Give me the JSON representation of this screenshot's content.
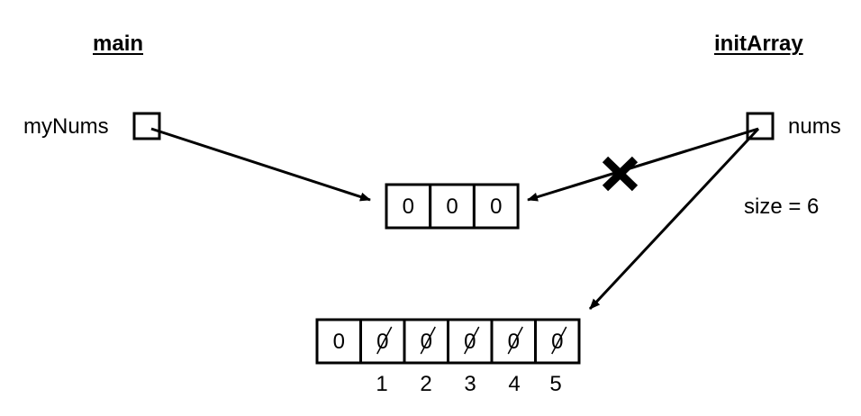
{
  "main_frame": {
    "title": "main",
    "variable": "myNums"
  },
  "init_frame": {
    "title": "initArray",
    "variable": "nums",
    "size_text": "size = 6"
  },
  "old_array": {
    "cells": [
      "0",
      "0",
      "0"
    ]
  },
  "new_array": {
    "cells": [
      "0",
      "0",
      "0",
      "0",
      "0",
      "0"
    ],
    "struck_cells": [
      false,
      true,
      true,
      true,
      true,
      true
    ],
    "indices": [
      "1",
      "2",
      "3",
      "4",
      "5"
    ]
  },
  "broken_link_mark": "x-mark"
}
